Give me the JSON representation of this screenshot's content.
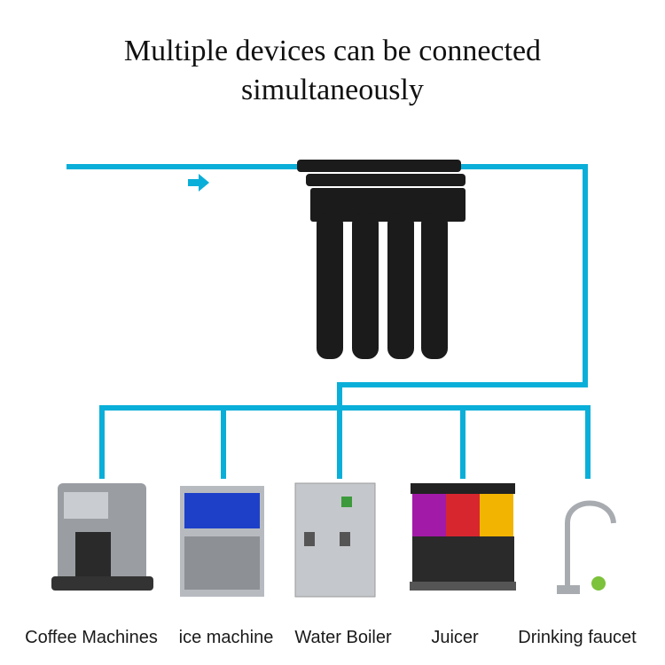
{
  "title": {
    "line1": "Multiple devices can be connected",
    "line2": "simultaneously"
  },
  "colors": {
    "pipe": "#0AAFD9",
    "filter": "#1b1b1b"
  },
  "devices": [
    {
      "label": "Coffee Machines"
    },
    {
      "label": "ice machine"
    },
    {
      "label": "Water Boiler"
    },
    {
      "label": "Juicer"
    },
    {
      "label": "Drinking faucet"
    }
  ]
}
